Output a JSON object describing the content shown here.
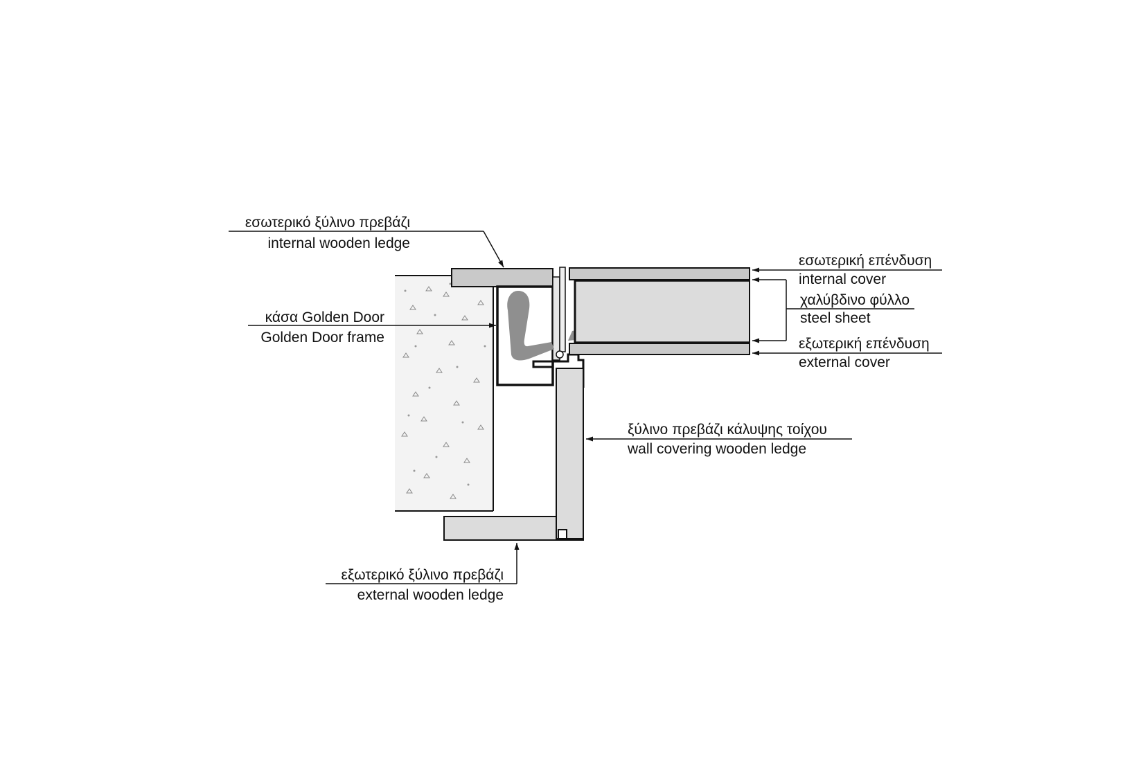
{
  "labels": {
    "internal_ledge": {
      "el": "εσωτερικό ξύλινο πρεβάζι",
      "en": "internal wooden ledge"
    },
    "frame": {
      "el": "κάσα Golden Door",
      "en": "Golden Door frame"
    },
    "external_ledge": {
      "el": "εξωτερικό ξύλινο πρεβάζι",
      "en": "external wooden ledge"
    },
    "internal_cover": {
      "el": "εσωτερική επένδυση",
      "en": "internal cover"
    },
    "steel_sheet": {
      "el": "χαλύβδινο φύλλο",
      "en": "steel sheet"
    },
    "external_cover": {
      "el": "εξωτερική επένδυση",
      "en": "external cover"
    },
    "wall_covering_ledge": {
      "el": "ξύλινο πρεβάζι κάλυψης τοίχου",
      "en": "wall covering wooden ledge"
    }
  },
  "colors": {
    "line": "#111111",
    "wood": "#d9d9d9",
    "wood_dark": "#c9c9c9",
    "gasket": "#8f8f8f",
    "concrete": "#f3f3f3"
  }
}
